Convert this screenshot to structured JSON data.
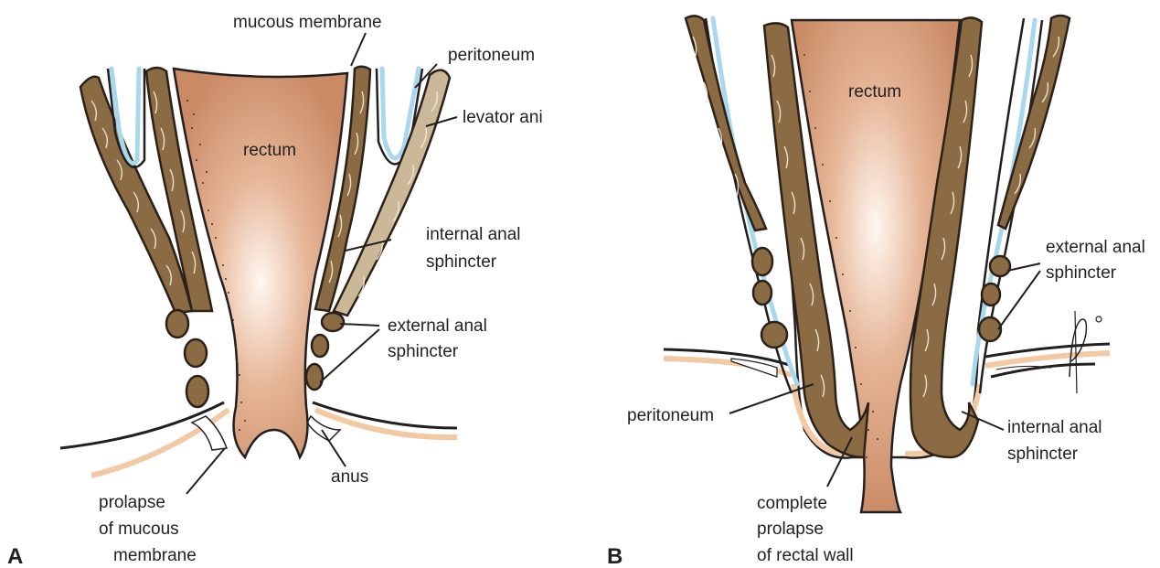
{
  "panel_a": {
    "letter": "A",
    "labels": {
      "mucous_membrane": "mucous membrane",
      "peritoneum": "peritoneum",
      "levator_ani": "levator ani",
      "rectum": "rectum",
      "internal_anal_sphincter_1": "internal anal",
      "internal_anal_sphincter_2": "sphincter",
      "external_anal_sphincter_1": "external anal",
      "external_anal_sphincter_2": "sphincter",
      "anus": "anus",
      "prolapse_1": "prolapse",
      "prolapse_2": "of mucous",
      "prolapse_3": "membrane"
    }
  },
  "panel_b": {
    "letter": "B",
    "labels": {
      "rectum": "rectum",
      "external_anal_sphincter_1": "external anal",
      "external_anal_sphincter_2": "sphincter",
      "peritoneum": "peritoneum",
      "internal_anal_sphincter_1": "internal anal",
      "internal_anal_sphincter_2": "sphincter",
      "complete_prolapse_1": "complete",
      "complete_prolapse_2": "prolapse",
      "complete_prolapse_3": "of rectal wall"
    }
  },
  "colors": {
    "rectum_center": "#fdf3ec",
    "rectum_edge": "#c98a64",
    "muscle": "#8b6b43",
    "peritoneum_blue": "#a9d8ee",
    "skin_tan": "#f2c9a2",
    "ink": "#231f20"
  }
}
